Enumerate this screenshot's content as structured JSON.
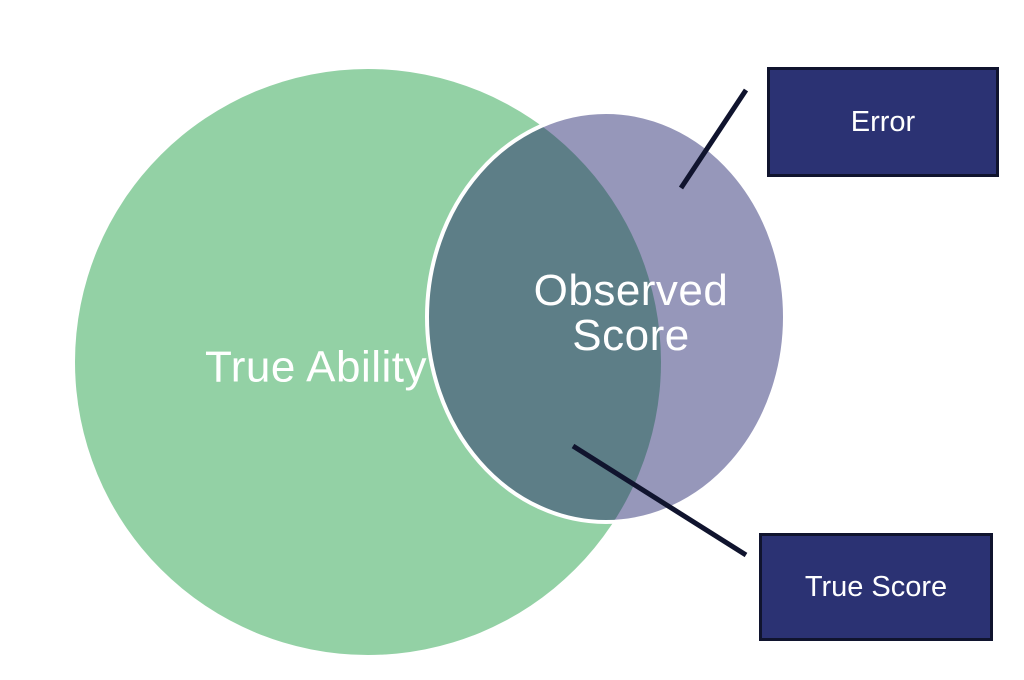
{
  "colors": {
    "background": "#ffffff",
    "true_ability_fill": "#93d1a5",
    "observed_fill": "#9697ba",
    "overlap_fill": "#5d7e87",
    "circle_outline": "#ffffff",
    "callout_fill": "#2b3273",
    "callout_border": "#10142e",
    "pointer_line": "#10142e",
    "label_text": "#ffffff"
  },
  "venn": {
    "true_ability": {
      "label": "True Ability"
    },
    "observed": {
      "label_line1": "Observed",
      "label_line2": "Score"
    }
  },
  "callouts": {
    "error": {
      "label": "Error"
    },
    "true_score": {
      "label": "True Score"
    }
  }
}
